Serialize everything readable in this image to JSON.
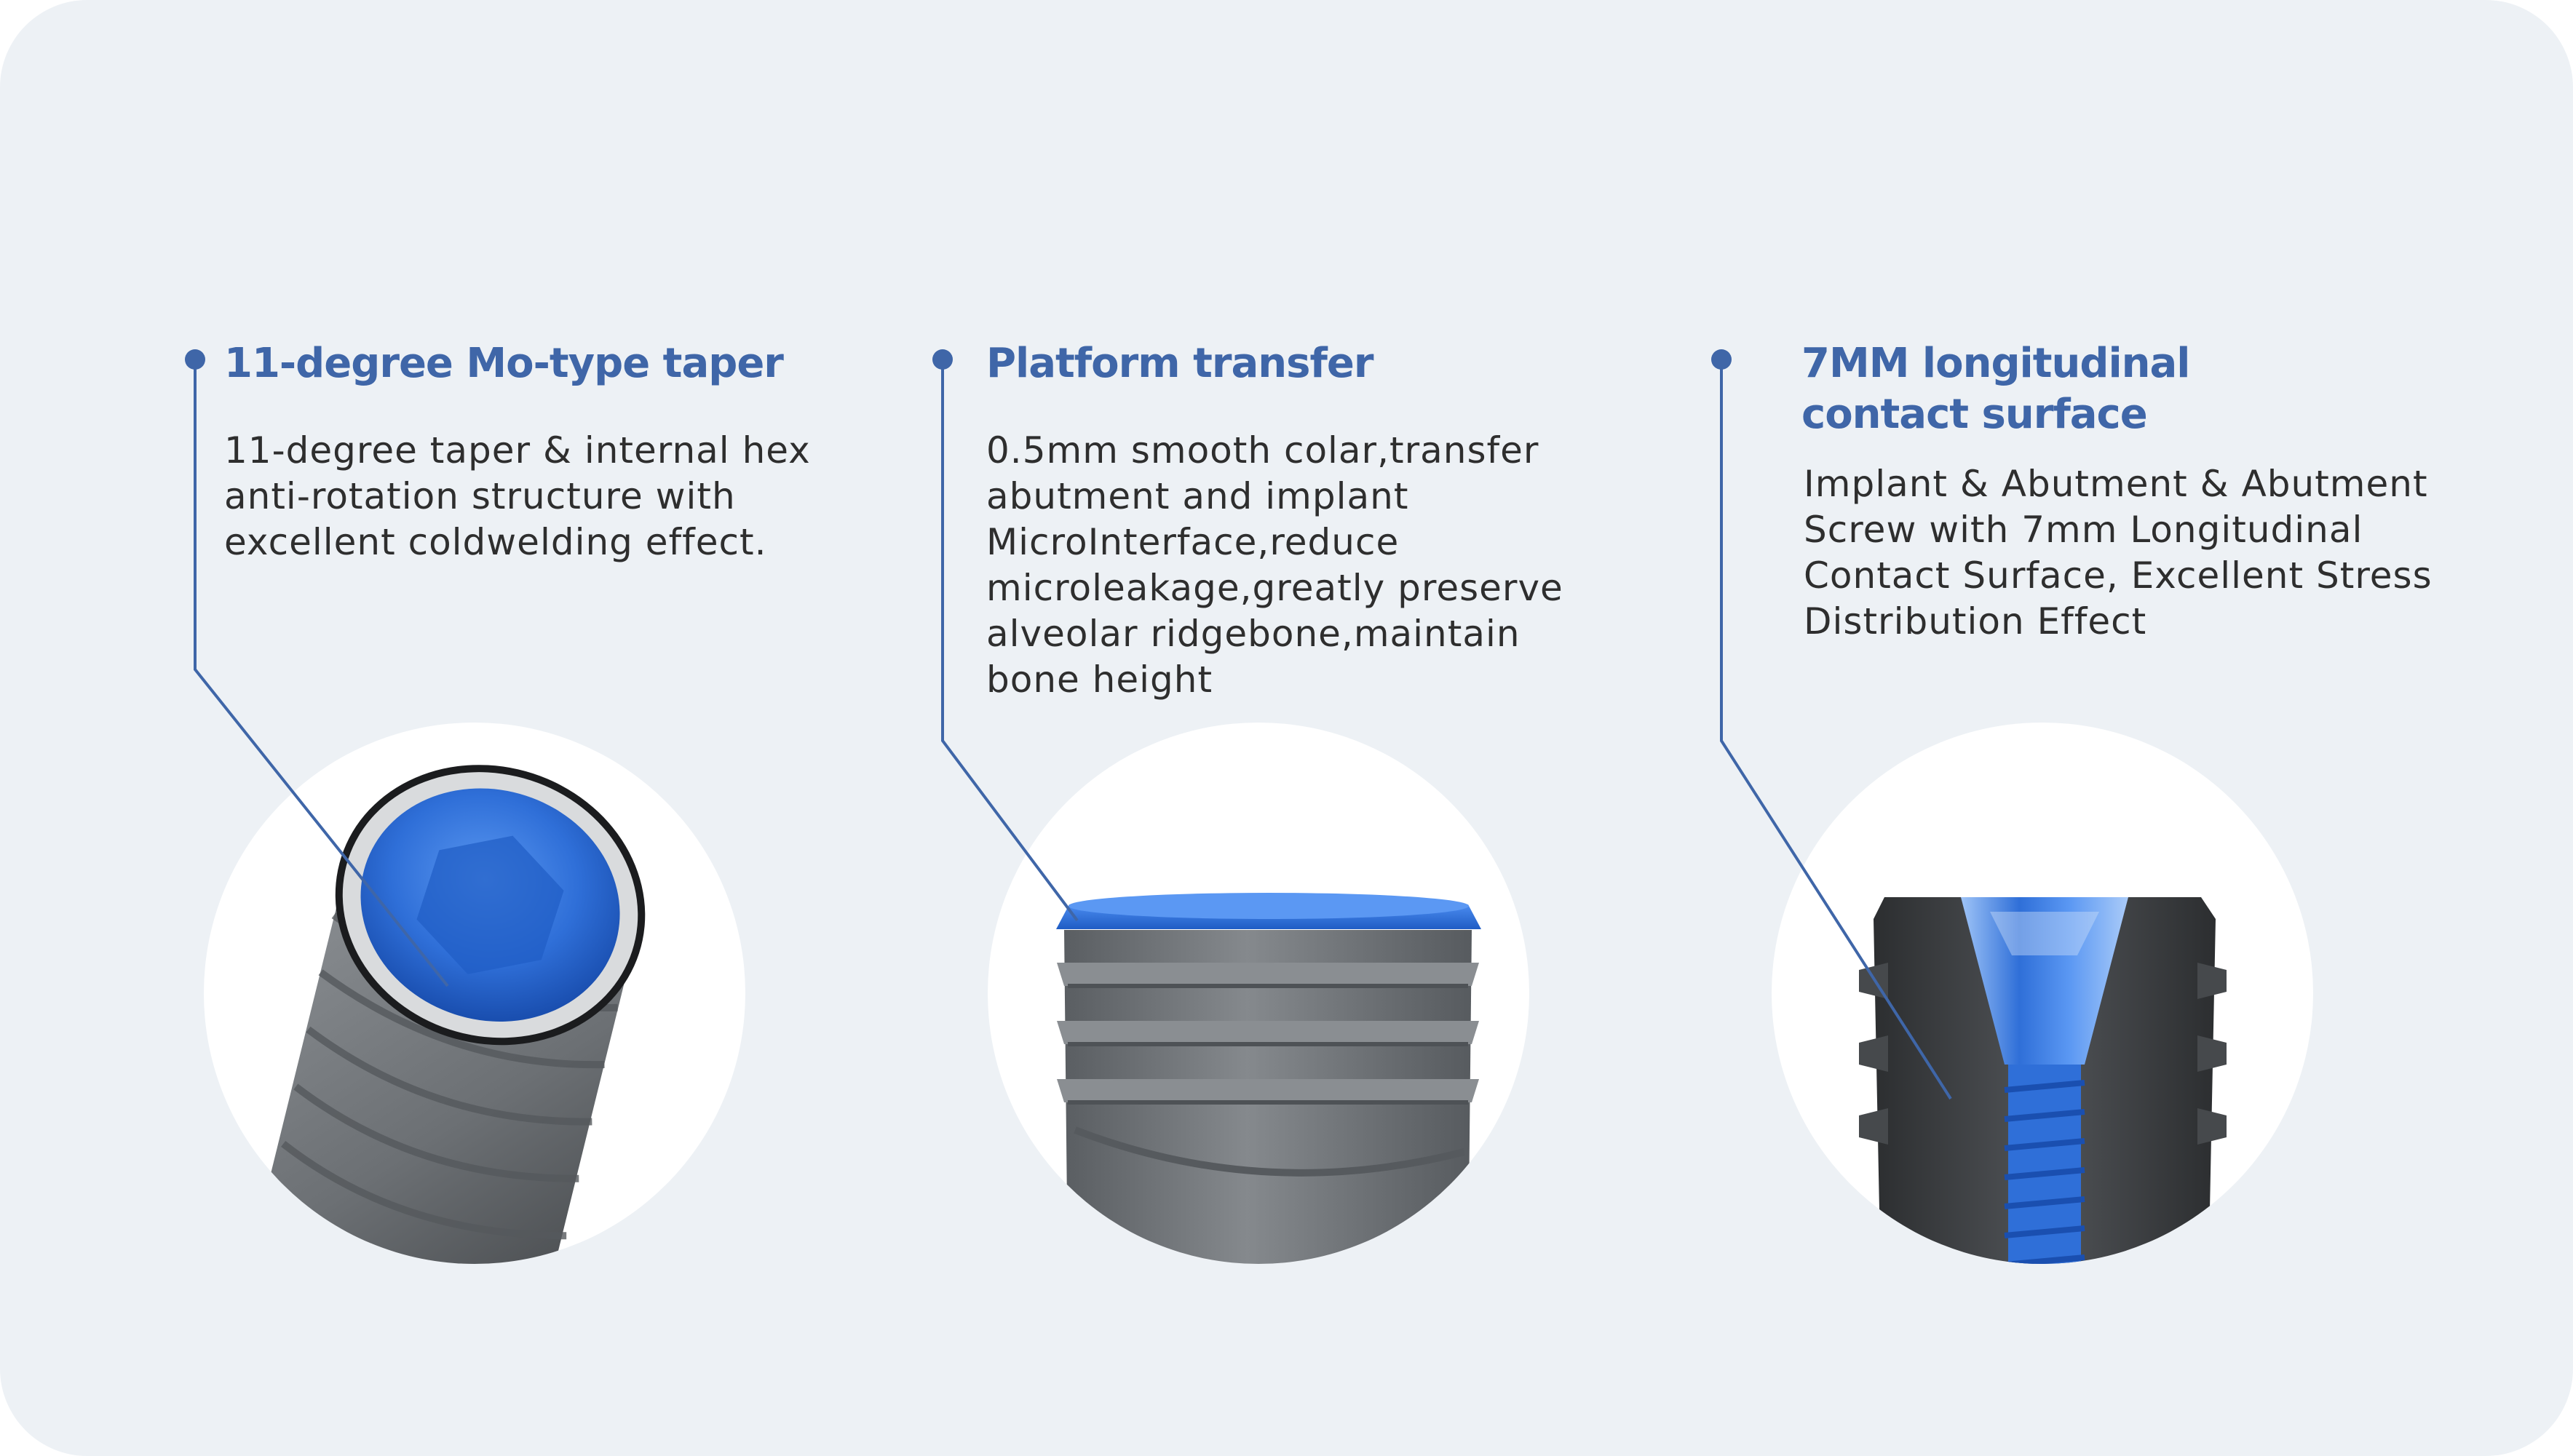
{
  "features": [
    {
      "title": "11-degree Mo-type taper",
      "description": "11-degree taper & internal hex anti-rotation structure with excellent coldwelding effect.",
      "illustration": "implant-top-view"
    },
    {
      "title": "Platform transfer",
      "description": "0.5mm smooth colar,transfer abutment and implant MicroInterface,reduce microleakage,greatly preserve alveolar ridgebone,maintain bone height",
      "illustration": "implant-side-view"
    },
    {
      "title": "7MM longitudinal contact surface",
      "description": "Implant & Abutment & Abutment Screw with 7mm Longitudinal Contact Surface, Excellent Stress Distribution Effect",
      "illustration": "implant-cross-section"
    }
  ],
  "colors": {
    "card_background": "#edf1f5",
    "accent": "#3f66a8",
    "blue_highlight": "#2f6fd8",
    "implant_gray": "#6e7276",
    "text": "#2e2e2e"
  }
}
